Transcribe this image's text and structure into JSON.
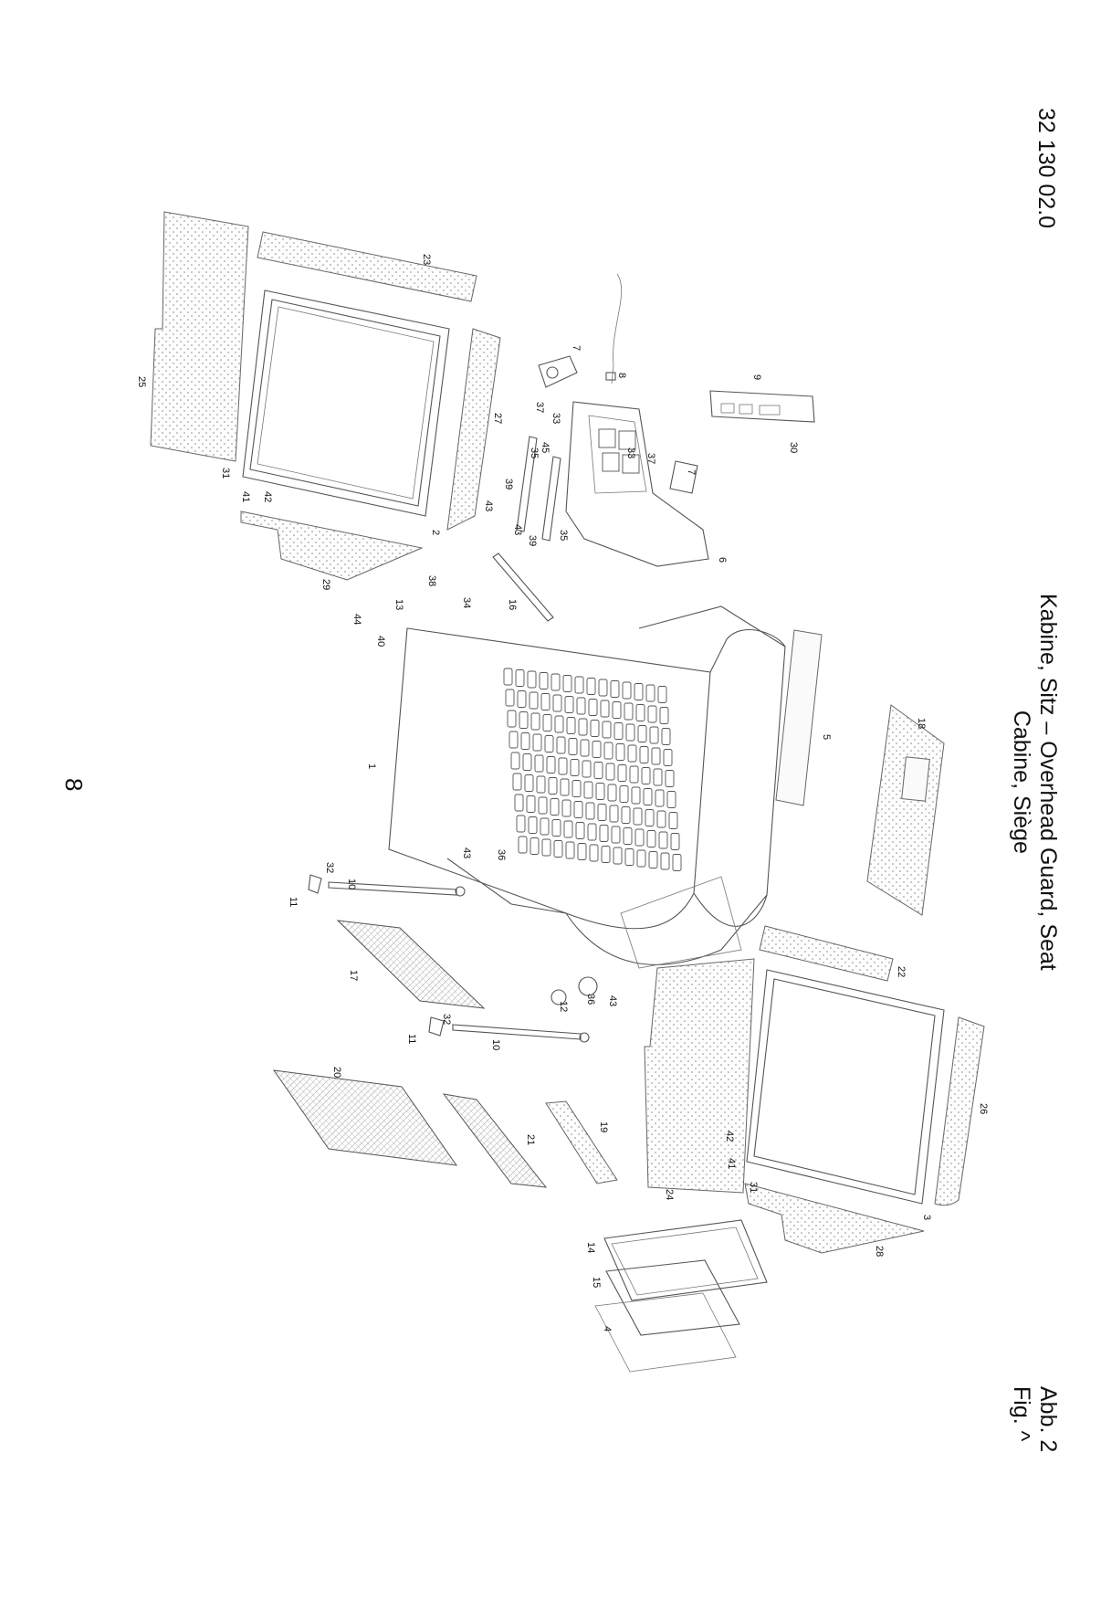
{
  "document_code": "32 130 02.0",
  "title_line1": "Kabine, Sitz – Overhead Guard, Seat",
  "title_line2": "Cabine, Siège",
  "figure_label_line1": "Abb. 2",
  "figure_label_line2": "Fig. ^",
  "page_number": "8",
  "callouts": [
    "1",
    "2",
    "3",
    "4",
    "5",
    "6",
    "7",
    "7",
    "8",
    "9",
    "10",
    "10",
    "11",
    "11",
    "12",
    "13",
    "14",
    "15",
    "16",
    "17",
    "18",
    "19",
    "20",
    "21",
    "22",
    "23",
    "24",
    "25",
    "26",
    "27",
    "28",
    "29",
    "30",
    "31",
    "31",
    "32",
    "32",
    "33",
    "33",
    "34",
    "35",
    "35",
    "36",
    "36",
    "37",
    "37",
    "38",
    "39",
    "39",
    "40",
    "41",
    "41",
    "42",
    "42",
    "43",
    "43",
    "43",
    "43",
    "44",
    "45"
  ]
}
